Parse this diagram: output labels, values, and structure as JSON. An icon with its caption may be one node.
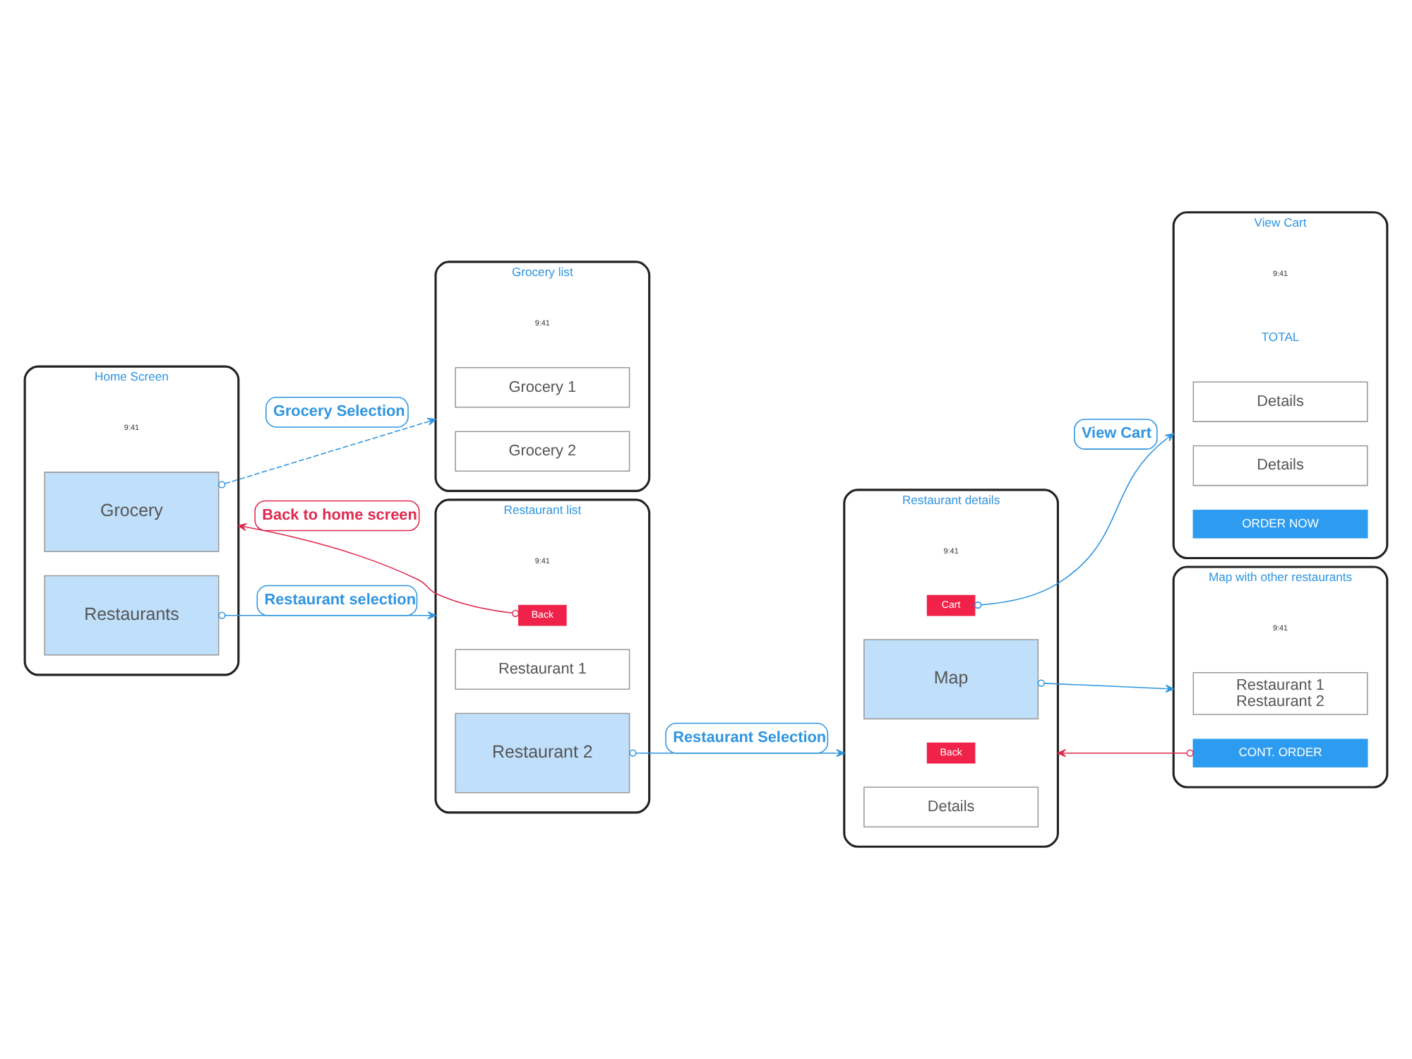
{
  "diagram": {
    "nodes": [
      {
        "text": [
          "Home Screen"
        ]
      },
      {
        "text": [
          "Grocery"
        ],
        "in": 0
      },
      {
        "text": [
          "Restaurants"
        ],
        "in": 0
      },
      {
        "text": [
          "Grocery list"
        ]
      },
      {
        "text": [
          "Grocery 1"
        ],
        "in": 3
      },
      {
        "text": [
          "Grocery 2"
        ],
        "in": 3
      },
      {
        "text": [
          "Restaurant list"
        ]
      },
      {
        "text": [
          "Back"
        ],
        "in": 6
      },
      {
        "text": [
          "Restaurant 1"
        ],
        "in": 6
      },
      {
        "text": [
          "Restaurant 2"
        ],
        "in": 6
      },
      {
        "text": [
          "Restaurant details"
        ]
      },
      {
        "text": [
          "Back"
        ],
        "in": 10
      },
      {
        "text": [
          "Cart"
        ],
        "in": 10
      },
      {
        "text": [
          "Map"
        ],
        "in": 10
      },
      {
        "text": [
          "Details"
        ],
        "in": 10
      },
      {
        "text": [
          "Map with other restaurants"
        ]
      },
      {
        "text": [
          "Restaurant 1",
          "Restaurant 2"
        ],
        "in": 15
      },
      {
        "text": [
          "CONT. ORDER"
        ],
        "in": 15
      },
      {
        "text": [
          "View Cart"
        ]
      },
      {
        "text": [
          "Details"
        ],
        "in": 18
      },
      {
        "text": [
          "Details"
        ],
        "in": 18
      },
      {
        "text": [
          "ORDER NOW"
        ],
        "in": 18
      }
    ],
    "edges": [
      {
        "from": 1,
        "to": 3,
        "arrow": "to",
        "label": "Grocery Selection",
        "style": "dashed"
      },
      {
        "from": 2,
        "to": 6,
        "arrow": "to",
        "label": "Restaurant selection"
      },
      {
        "from": 7,
        "to": 0,
        "arrow": "to",
        "label": "Back to home screen",
        "color": "#e0294f"
      },
      {
        "from": 9,
        "to": 10,
        "arrow": "to",
        "label": "Restaurant Selection"
      },
      {
        "from": 13,
        "to": 15,
        "arrow": "to"
      },
      {
        "from": 17,
        "to": 10,
        "arrow": "to",
        "color": "#e0294f"
      },
      {
        "from": 12,
        "to": 18,
        "arrow": "to",
        "label": "View Cart"
      }
    ],
    "labels": [
      "9:41",
      "9:41",
      "9:41",
      "9:41",
      "9:41",
      "9:41",
      "TOTAL"
    ]
  }
}
